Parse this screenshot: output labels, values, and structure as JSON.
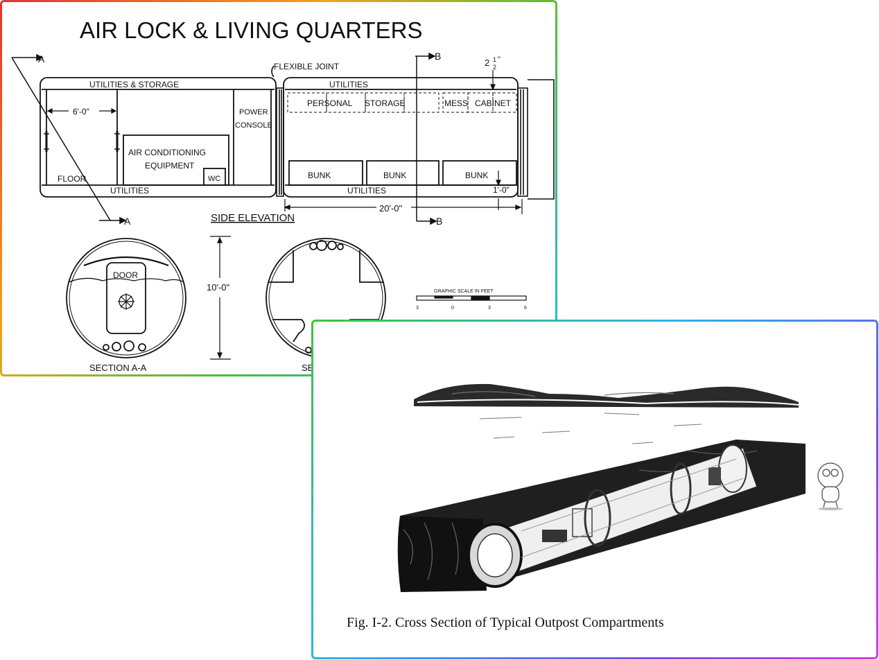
{
  "diagram": {
    "title": "AIR LOCK & LIVING QUARTERS",
    "section_marks": {
      "a": "A",
      "b": "B"
    },
    "labels": {
      "flexible_joint": "FLEXIBLE JOINT",
      "half_inch": "2",
      "half_frac_num": "1",
      "half_frac_den": "2",
      "inch_mark": "\"",
      "utilities_storage": "UTILITIES  &  STORAGE",
      "utilities_top": "UTILITIES",
      "six_ft": "6'-0\"",
      "power": "POWER",
      "console": "CONSOLE",
      "personal": "PERSONAL",
      "storage": "STORAGE",
      "mess": "MESS",
      "cabinet": "CABINET",
      "air_cond_1": "AIR CONDITIONING",
      "air_cond_2": "EQUIPMENT",
      "wc": "WC",
      "floor": "FLOOR",
      "bunk": "BUNK",
      "utilities_bottom_left": "UTILITIES",
      "utilities_bottom_right": "UTILITIES",
      "one_ft": "1'-0\"",
      "twenty_ft": "20'-0\"",
      "side_elevation": "SIDE  ELEVATION",
      "ten_ft": "10'-0\"",
      "door": "DOOR",
      "section_aa": "SECTION  A-A",
      "section_bb": "SECTION B-B",
      "graphic_scale": "GRAPHIC SCALE IN FEET",
      "scale_ticks": [
        "3",
        "0",
        "3",
        "6"
      ]
    }
  },
  "illustration": {
    "caption": "Fig.  I-2.   Cross Section of Typical Outpost Compartments"
  }
}
